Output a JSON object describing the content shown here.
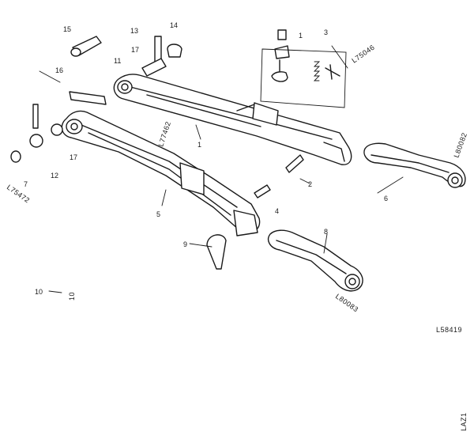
{
  "callouts": {
    "c15": "15",
    "c13": "13",
    "c14": "14",
    "c1a": "1",
    "c3": "3",
    "c11": "11",
    "c17a": "17",
    "c16": "16",
    "c1b": "1",
    "c17b": "17",
    "c12": "12",
    "c7": "7",
    "c2": "2",
    "c6": "6",
    "c4": "4",
    "c5": "5",
    "c8": "8",
    "c9": "9",
    "c10": "10"
  },
  "part_numbers": {
    "pn_box": "L75046",
    "pn_lower_left": "L77462",
    "pn_left_margin": "L75472",
    "pn_right_arm": "L80082",
    "pn_bottom_arm": "L80083",
    "pn_corner": "L58419",
    "pn_bottom_right": "LAZ1"
  }
}
